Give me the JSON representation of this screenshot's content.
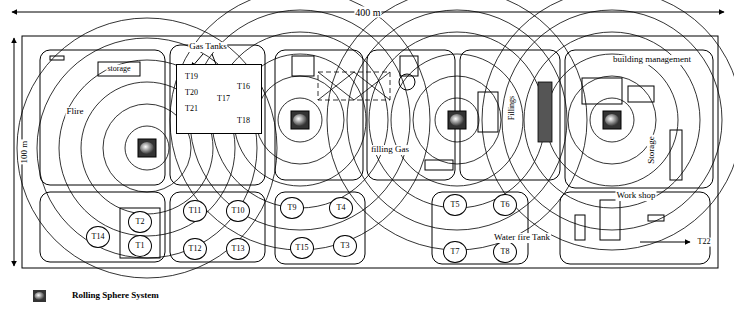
{
  "diagram": {
    "nodes": [
      {
        "text": [
          "T19",
          "T20",
          "T21",
          "T16",
          "T17",
          "T18"
        ]
      },
      {
        "text": [
          "T2"
        ]
      },
      {
        "text": [
          "T1"
        ]
      },
      {
        "text": [
          "T14"
        ]
      },
      {
        "text": [
          "T11"
        ]
      },
      {
        "text": [
          "T10"
        ]
      },
      {
        "text": [
          "T12"
        ]
      },
      {
        "text": [
          "T13"
        ]
      },
      {
        "text": [
          "T9"
        ]
      },
      {
        "text": [
          "T4"
        ]
      },
      {
        "text": [
          "T15"
        ]
      },
      {
        "text": [
          "T3"
        ]
      },
      {
        "text": [
          "T5"
        ]
      },
      {
        "text": [
          "T6"
        ]
      },
      {
        "text": [
          "T7"
        ]
      },
      {
        "text": [
          "T8"
        ]
      }
    ],
    "labels": [
      "400 m",
      "100 m",
      "Gas Tanks",
      "storage",
      "Flire",
      "filling Gas",
      "Fillings",
      "building management",
      "Storage",
      "Work shop",
      "Water fire Tank",
      "T22"
    ],
    "legend": [
      {
        "text": "Rolling Sphere System"
      }
    ]
  }
}
